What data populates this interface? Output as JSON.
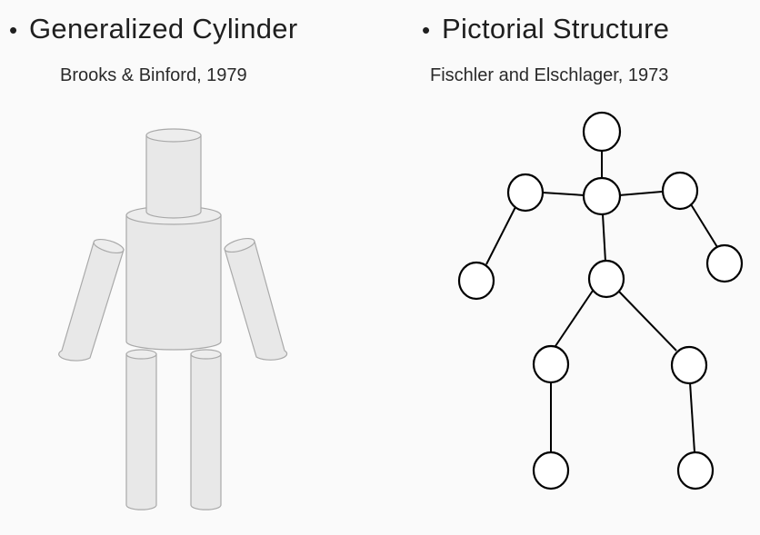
{
  "left": {
    "bullet": "•",
    "title": "Generalized Cylinder",
    "citation": "Brooks & Binford, 1979"
  },
  "right": {
    "bullet": "•",
    "title": "Pictorial Structure",
    "citation": "Fischler and Elschlager, 1973"
  },
  "colors": {
    "background": "#fafafa",
    "cylinder_fill": "#e8e8e8",
    "cylinder_stroke": "#a9a9a9",
    "graph_stroke": "#000000"
  }
}
